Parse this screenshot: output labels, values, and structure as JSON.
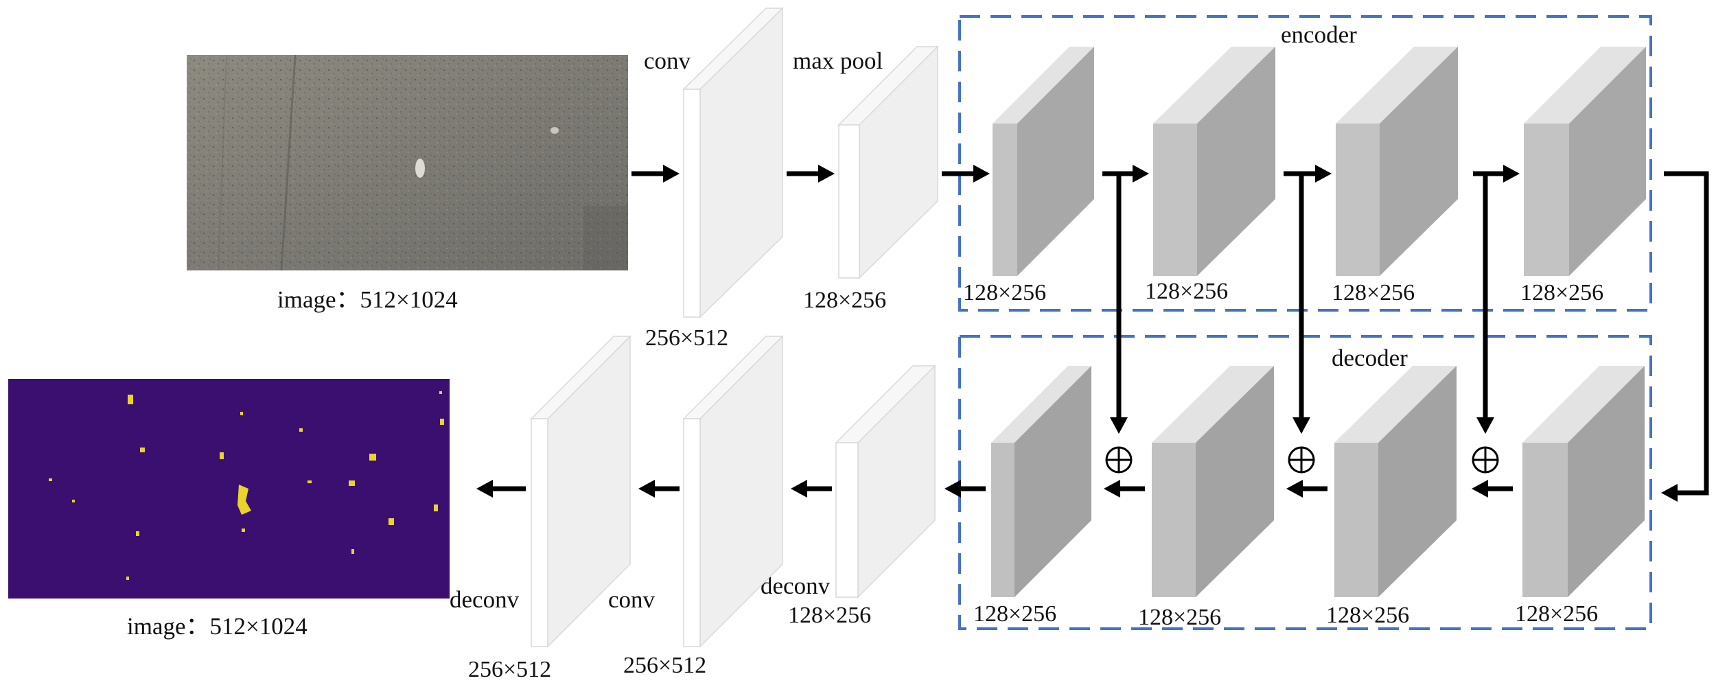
{
  "input_image": {
    "caption": "image：512×1024"
  },
  "output_image": {
    "caption": "image：512×1024",
    "background": "#3b0f6f",
    "speckle": "#e8d42a"
  },
  "stem": {
    "conv_label": "conv",
    "conv_size": "256×512",
    "maxpool_label": "max pool",
    "maxpool_size": "128×256"
  },
  "encoder": {
    "title": "encoder",
    "blocks": [
      "128×256",
      "128×256",
      "128×256",
      "128×256"
    ]
  },
  "decoder": {
    "title": "decoder",
    "blocks": [
      "128×256",
      "128×256",
      "128×256",
      "128×256"
    ]
  },
  "head": {
    "deconv1_label": "deconv",
    "deconv1_size": "128×256",
    "conv_label": "conv",
    "conv_size": "256×512",
    "deconv2_label": "deconv",
    "deconv2_size": "256×512"
  },
  "colors": {
    "dashed_box": "#4472c4",
    "arrows": "#000000"
  }
}
